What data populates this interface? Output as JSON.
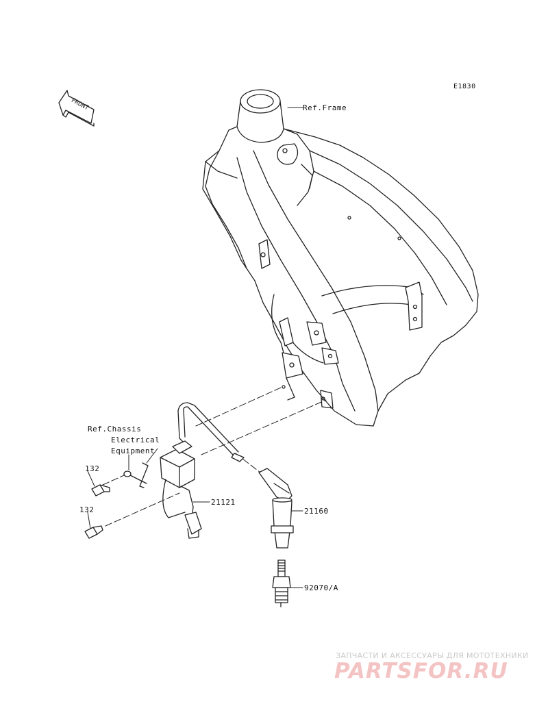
{
  "diagram_code": "E1830",
  "labels": {
    "ref_frame": "Ref.Frame",
    "ref_chassis_line1": "Ref.Chassis",
    "ref_chassis_line2": "Electrical",
    "ref_chassis_line3": "Equipment",
    "bolt_top": "132",
    "bolt_bottom": "132",
    "ignition_coil": "21121",
    "plug_cap": "21160",
    "spark_plug": "92070/A"
  },
  "front_arrow_text": "FRONT",
  "watermark": {
    "tagline": "ЗАПЧАСТИ И АКСЕССУАРЫ ДЛЯ МОТОТЕХНИКИ",
    "brand": "PARTSFOR.RU"
  }
}
